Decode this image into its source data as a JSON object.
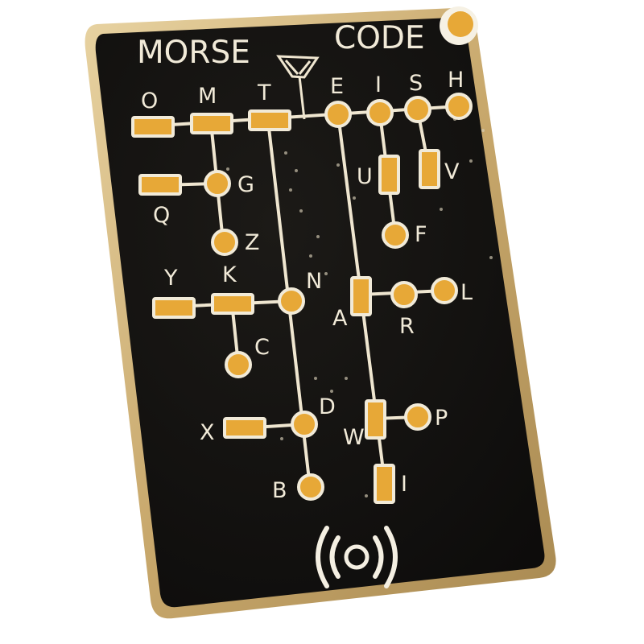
{
  "card": {
    "title_left": "MORSE",
    "title_right": "CODE",
    "colors": {
      "frame": "#cdb27d",
      "board": "#141210",
      "pad": "#e7a837",
      "trace": "#efe6d0"
    }
  },
  "letters": {
    "O": "O",
    "M": "M",
    "T": "T",
    "E": "E",
    "I": "I",
    "S": "S",
    "H": "H",
    "G": "G",
    "Q": "Q",
    "Z": "Z",
    "U": "U",
    "V": "V",
    "F": "F",
    "Y": "Y",
    "K": "K",
    "N": "N",
    "C": "C",
    "A": "A",
    "R": "R",
    "L": "L",
    "D": "D",
    "X": "X",
    "B": "B",
    "W": "W",
    "P": "P",
    "J": "I"
  },
  "icons": {
    "antenna": "antenna-icon",
    "signal": "signal-waves-icon",
    "hanger": "hang-hole-icon"
  }
}
